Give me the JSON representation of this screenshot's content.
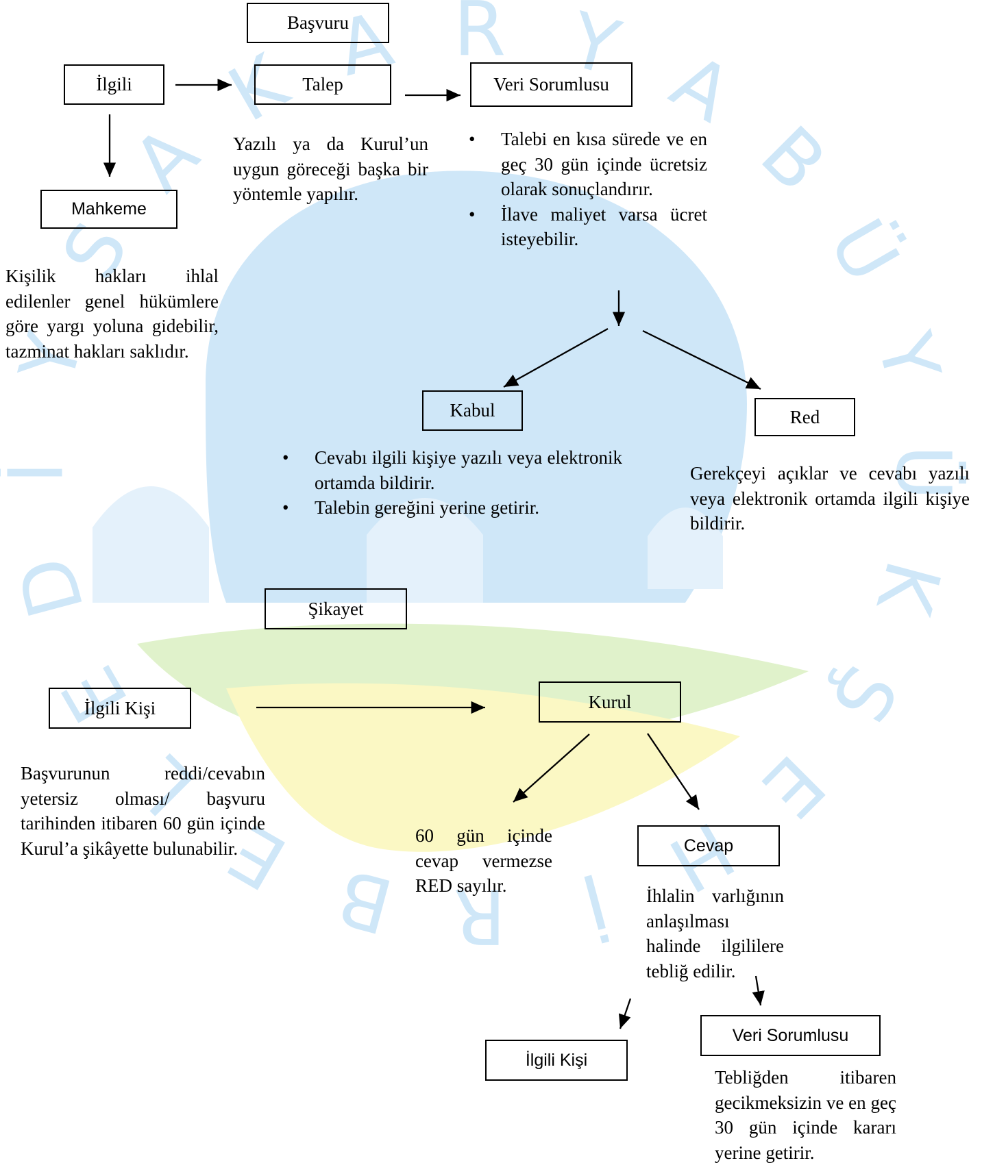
{
  "colors": {
    "watermark_blue": "#cfe7f8",
    "watermark_green": "#e0f2cb",
    "watermark_yellow": "#fbf8c4"
  },
  "watermark": {
    "letters": [
      "S",
      "A",
      "K",
      "A",
      "R",
      "Y",
      "A",
      "B",
      "Ü",
      "Y",
      "Ü",
      "K",
      "Ş",
      "E",
      "H",
      "İ",
      "R",
      "B",
      "E",
      "L",
      "E",
      "D",
      "İ",
      "Y"
    ]
  },
  "basvuru": {
    "header": "Başvuru",
    "ilgili": "İlgili",
    "talep": "Talep",
    "veri_sorumlusu": "Veri Sorumlusu",
    "mahkeme": "Mahkeme",
    "mahkeme_note": "Kişilik hakları ihlal edilenler genel hükümlere göre yargı yoluna gidebilir, tazminat hakları saklıdır.",
    "talep_note": "Yazılı ya da Kurul’un uygun göreceği başka bir yöntemle yapılır.",
    "veri_notes": [
      "Talebi en kısa sürede ve en geç 30 gün içinde ücretsiz olarak sonuçlandırır.",
      "İlave maliyet varsa ücret isteyebilir."
    ],
    "kabul": "Kabul",
    "red": "Red",
    "kabul_notes": [
      "Cevabı ilgili kişiye yazılı veya elektronik ortamda bildirir.",
      "Talebin gereğini yerine getirir."
    ],
    "red_note": "Gerekçeyi açıklar ve cevabı yazılı veya elektronik ortamda ilgili kişiye bildirir."
  },
  "sikayet": {
    "header": "Şikayet",
    "ilgili_kisi": "İlgili Kişi",
    "kurul": "Kurul",
    "ilgili_kisi_note": "Başvurunun reddi/cevabın yetersiz olması/ başvuru tarihinden itibaren 60 gün içinde Kurul’a şikâyette bulunabilir.",
    "kurul_note": "60 gün içinde cevap vermezse RED sayılır.",
    "cevap": "Cevap",
    "cevap_note": "İhlalin varlığının anlaşılması halinde ilgililere tebliğ edilir.",
    "ilgili_kisi_2": "İlgili Kişi",
    "veri_sorumlusu_2": "Veri Sorumlusu",
    "veri_note": "Tebliğden itibaren gecikmeksizin ve en geç 30 gün içinde kararı yerine getirir."
  }
}
